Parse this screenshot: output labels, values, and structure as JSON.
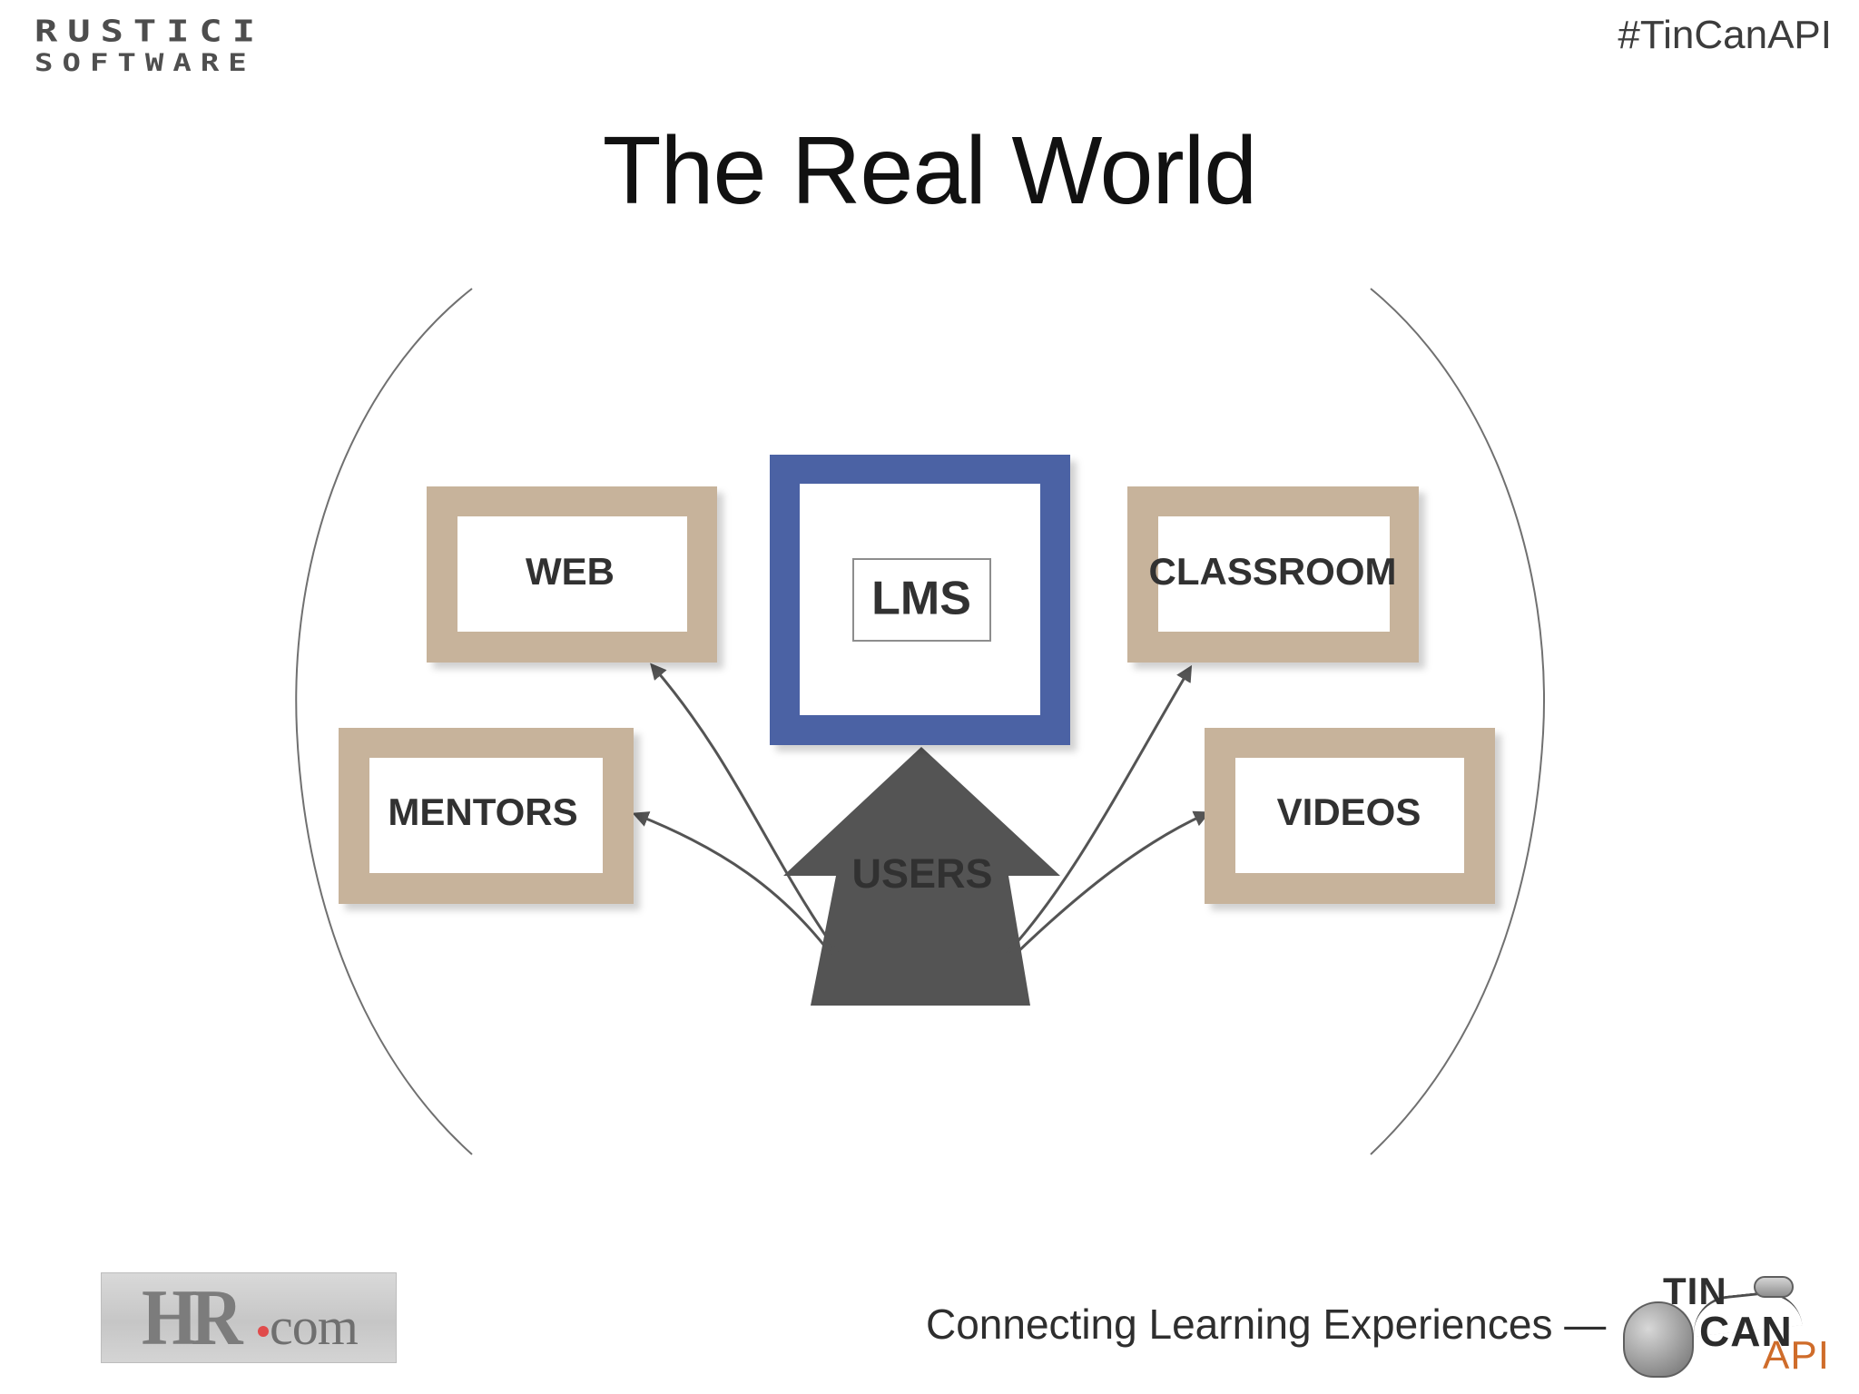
{
  "header": {
    "brand_top": "RUSTICI",
    "brand_bottom": "SOFTWARE",
    "hashtag": "#TinCanAPI"
  },
  "slide": {
    "title": "The Real World"
  },
  "diagram": {
    "nodes": {
      "web": "WEB",
      "lms": "LMS",
      "classroom": "CLASSROOM",
      "mentors": "MENTORS",
      "videos": "VIDEOS",
      "users": "USERS"
    },
    "colors": {
      "tan": "#c7b39b",
      "lms_blue": "#4b62a4",
      "dark_arrow": "#545454",
      "text_dark": "#313131",
      "circle_stroke": "#707070"
    }
  },
  "footer": {
    "tagline": "Connecting Learning Experiences —"
  },
  "logos": {
    "hr": {
      "main": "HR",
      "com": "com"
    },
    "tincan": {
      "tin": "TIN",
      "can": "CAN",
      "api": "API"
    }
  }
}
